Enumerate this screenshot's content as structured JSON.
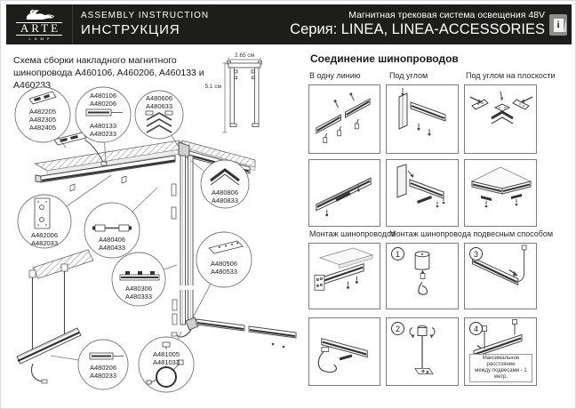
{
  "header": {
    "logo": {
      "brand": "ARTE",
      "sub": "LAMP"
    },
    "title_en": "ASSEMBLY  INSTRUCTION",
    "title_ru": "ИНСТРУКЦИЯ",
    "system": "Магнитная трековая система освещения 48V",
    "series": "Серия: LINEA, LINEA-ACCESSORIES",
    "manual_icon_glyph": "i",
    "bar_color": "#1d1d1b"
  },
  "left": {
    "title": "Схема  сборки накладного магнитного\nшинопровода A460106, A460206, A460133 и A460233",
    "cross_section": {
      "width_label": "2.65 см",
      "height_label": "5.1 см"
    },
    "callouts": [
      {
        "id": "driver",
        "codes": [
          "A482205",
          "A482305",
          "A482405"
        ]
      },
      {
        "id": "track-straight",
        "codes": [
          "A480106",
          "A480206",
          "A480133",
          "A480233"
        ]
      },
      {
        "id": "corner-vertical",
        "codes": [
          "A480606",
          "A480633"
        ]
      },
      {
        "id": "mount-plate",
        "codes": [
          "A482006",
          "A482033"
        ]
      },
      {
        "id": "straight-connector",
        "codes": [
          "A480406",
          "A480433"
        ]
      },
      {
        "id": "corner-flat",
        "codes": [
          "A480806",
          "A480833"
        ]
      },
      {
        "id": "track-clips",
        "codes": [
          "A480306",
          "A480333"
        ]
      },
      {
        "id": "cover-plate",
        "codes": [
          "A480506",
          "A480533"
        ]
      },
      {
        "id": "feed-connector",
        "codes": [
          "A480206",
          "A480233"
        ]
      },
      {
        "id": "power-cable",
        "codes": [
          "A481005",
          "A481033"
        ]
      }
    ]
  },
  "right": {
    "title": "Соединение шинопроводов",
    "col_labels": [
      "В одну линию",
      "Под углом",
      "Под углом на плоскости"
    ],
    "row_labels": [
      "Монтаж шинопроводов",
      "Монтаж шинопровода подвесным способом"
    ],
    "steps": [
      "1",
      "2",
      "3",
      "4"
    ],
    "note": "Максимальное расстояние\nмежду подвесами - 1 метр."
  }
}
